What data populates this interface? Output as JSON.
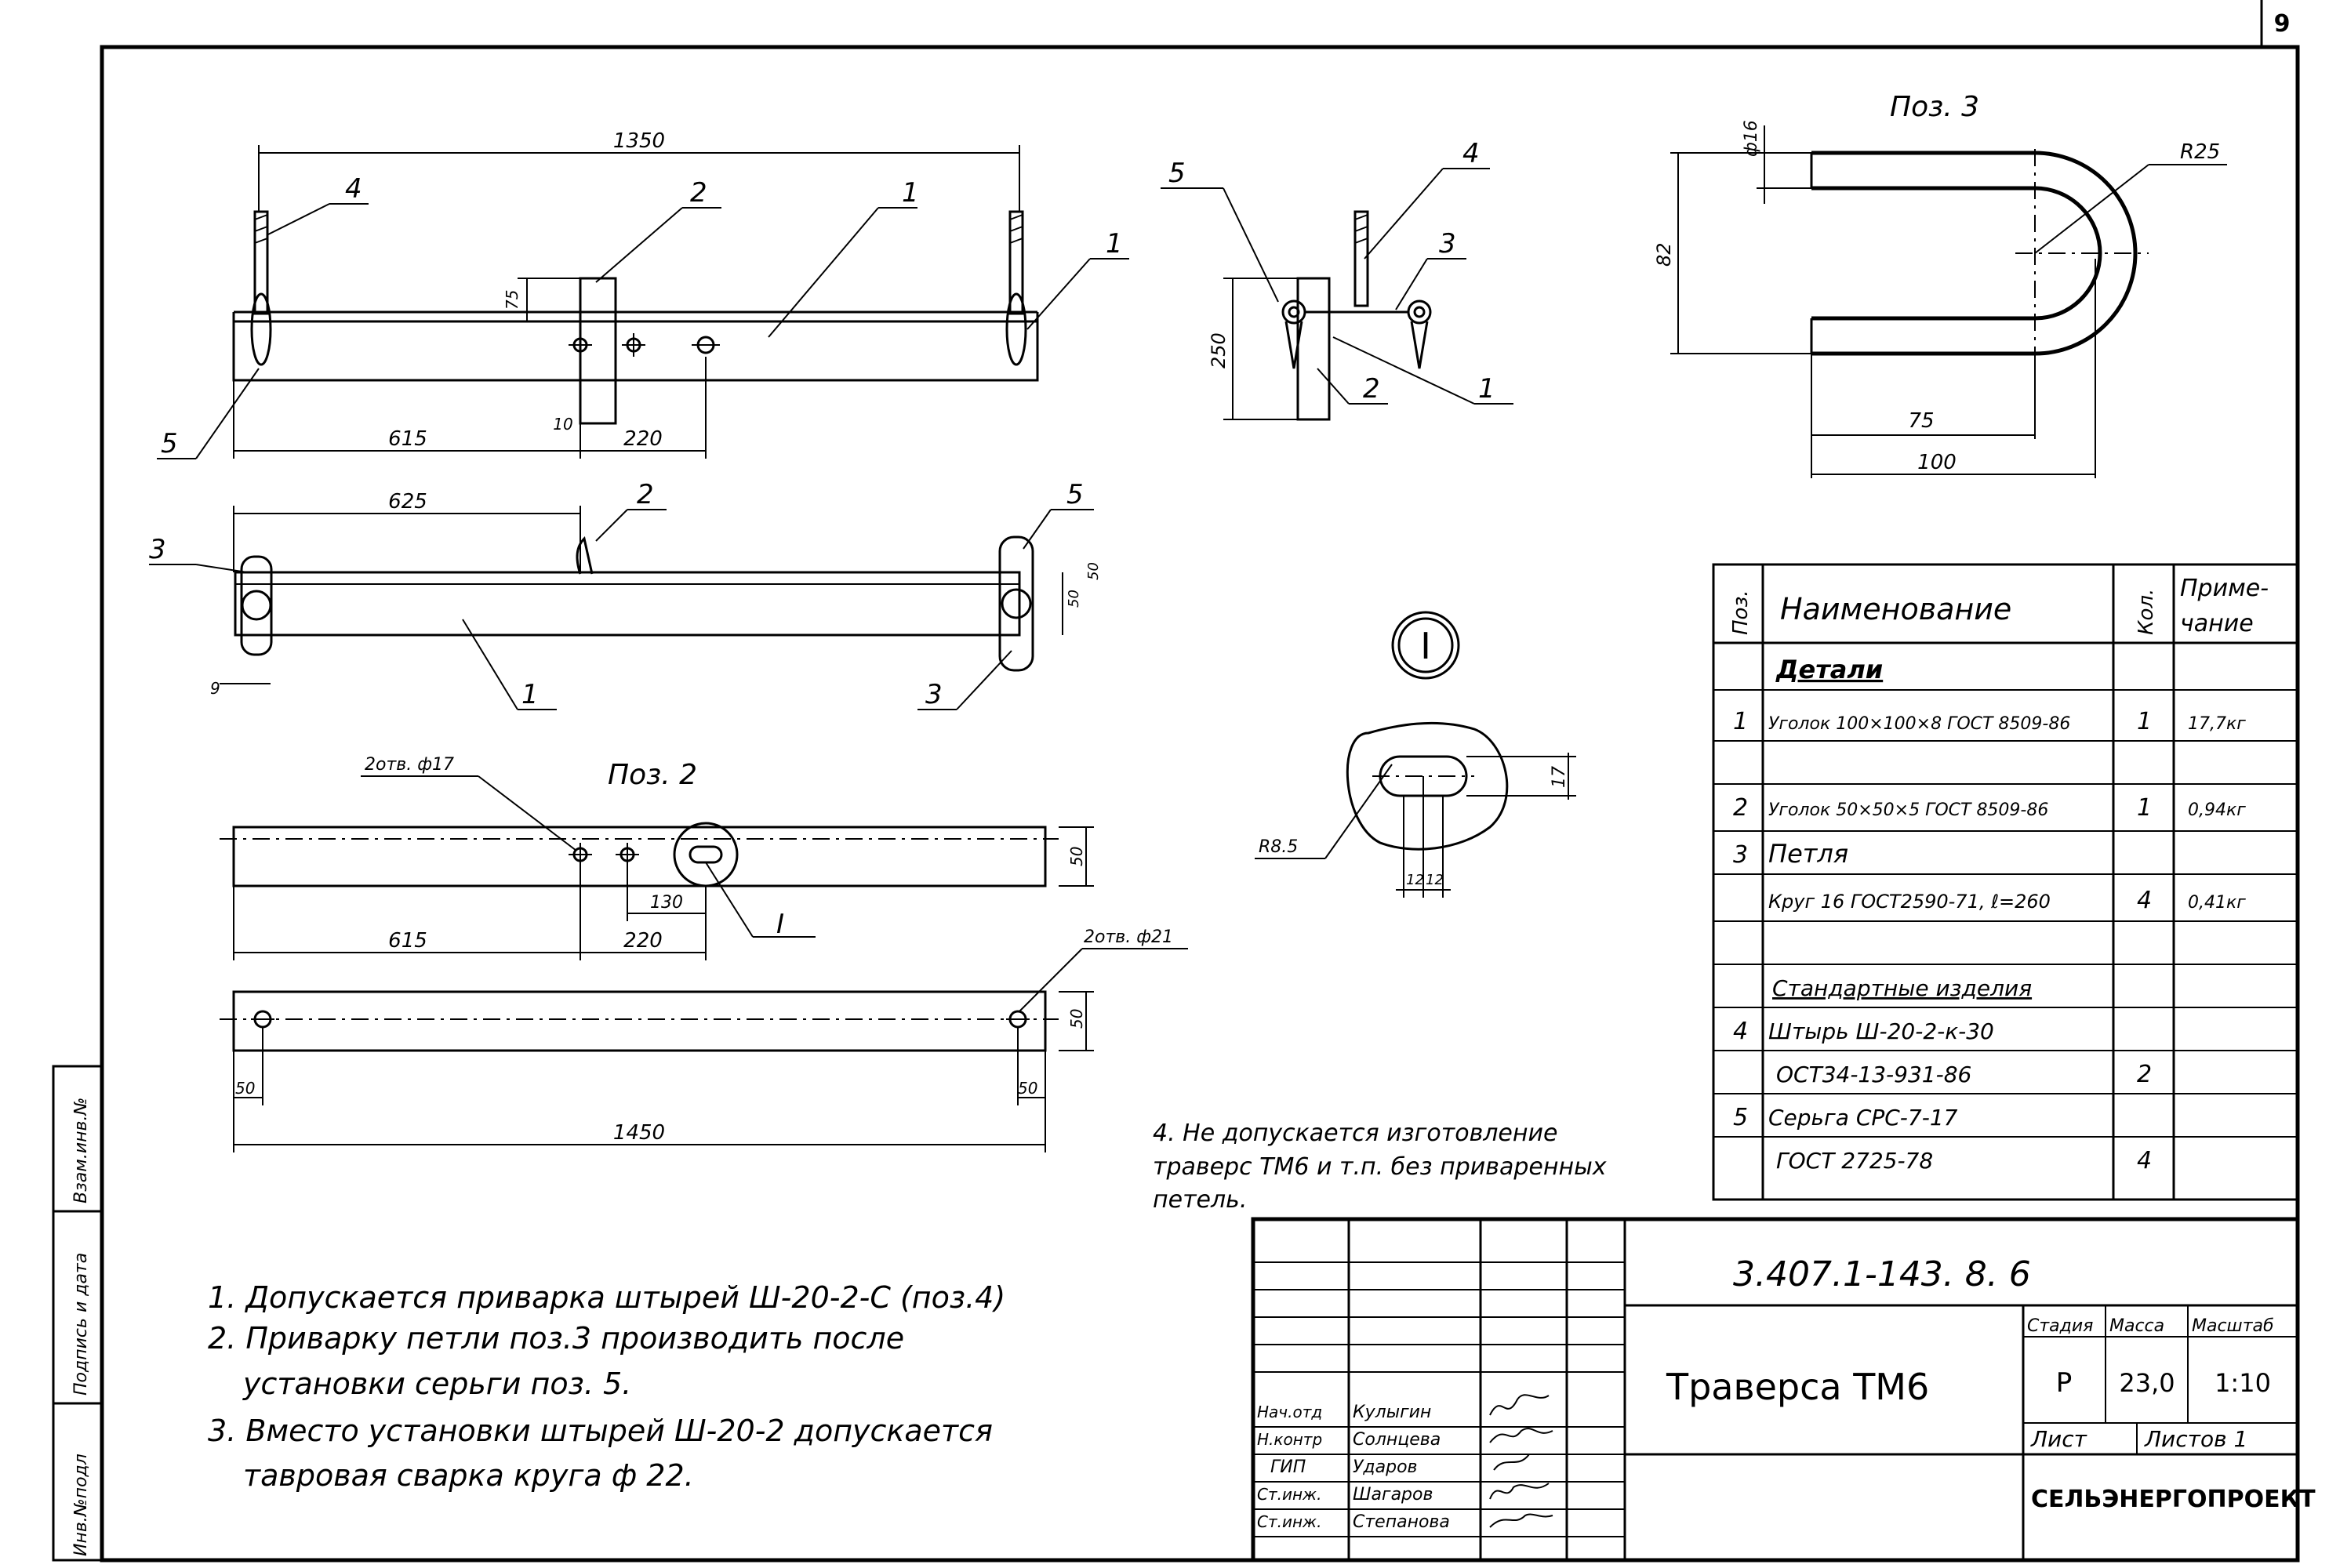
{
  "sheet": {
    "page_number": "9",
    "code": "3.407.1-143. 8. 6",
    "title": "Траверса ТМ6",
    "stage_header": "Стадия",
    "mass_header": "Масса",
    "scale_header": "Масштаб",
    "stage": "Р",
    "mass": "23,0",
    "scale": "1:10",
    "sheet_label": "Лист",
    "sheets_label": "Листов 1",
    "org": "СЕЛЬЭНЕРГОПРОЕКТ"
  },
  "signatures": [
    {
      "role": "Нач.отд",
      "name": "Кулыгин"
    },
    {
      "role": "Н.контр",
      "name": "Солнцева"
    },
    {
      "role": "ГИП",
      "name": "Ударов"
    },
    {
      "role": "Ст.инж.",
      "name": "Шагаров"
    },
    {
      "role": "Ст.инж.",
      "name": "Степанова"
    }
  ],
  "margin_stamps": [
    "Инв.№подл",
    "Подпись и дата",
    "Взам.инв.№"
  ],
  "spec": {
    "headers": {
      "pos": "Поз.",
      "name": "Наименование",
      "qty": "Кол.",
      "note": "Приме-\nчание"
    },
    "section_details": "Детали",
    "section_standard": "Стандартные изделия",
    "rows": [
      {
        "pos": "1",
        "name": "Уголок 100×100×8 ГОСТ 8509-86",
        "qty": "1",
        "note": "17,7кг"
      },
      {
        "pos": "2",
        "name": "Уголок 50×50×5 ГОСТ 8509-86",
        "qty": "1",
        "note": "0,94кг"
      },
      {
        "pos": "3",
        "name": "Петля",
        "qty": "",
        "note": ""
      },
      {
        "pos": "",
        "name": "Круг 16 ГОСТ2590-71, ℓ=260",
        "qty": "4",
        "note": "0,41кг"
      },
      {
        "pos": "4",
        "name": "Штырь Ш-20-2-к-30",
        "qty": "",
        "note": ""
      },
      {
        "pos": "",
        "name": "ОСТ34-13-931-86",
        "qty": "2",
        "note": ""
      },
      {
        "pos": "5",
        "name": "Серьга СРС-7-17",
        "qty": "",
        "note": ""
      },
      {
        "pos": "",
        "name": "ГОСТ 2725-78",
        "qty": "4",
        "note": ""
      }
    ]
  },
  "notes": [
    "1. Допускается приварка штырей Ш-20-2-С (поз.4)",
    "2. Приварку петли поз.3 производить после",
    "установки серьги поз. 5.",
    "3. Вместо установки штырей Ш-20-2 допускается",
    "тавровая сварка круга ф 22.",
    "4. Не допускается изготовление",
    "траверс ТМ6 и т.п. без приваренных",
    "петель."
  ],
  "dims": {
    "d1350": "1350",
    "d615": "615",
    "d220": "220",
    "d10": "10",
    "d75": "75",
    "d250": "250",
    "d625": "625",
    "d50": "50",
    "d9": "9",
    "d615b": "615",
    "d220b": "220",
    "d130": "130",
    "d50c": "50",
    "d50d": "50",
    "d50e": "50",
    "d50f": "50",
    "d1450": "1450",
    "d16": "ф16",
    "d82": "82",
    "dR25": "R25",
    "d75b": "75",
    "d100": "100",
    "d17": "17",
    "d12a": "12",
    "d12b": "12",
    "dR85": "R8.5"
  },
  "labels": {
    "pos2": "Поз. 2",
    "pos3": "Поз. 3",
    "holes17": "2отв. ф17",
    "holes21": "2отв. ф21",
    "detail": "I",
    "c1a": "1",
    "c1b": "1",
    "c1c": "1",
    "c1d": "1",
    "c2a": "2",
    "c2b": "2",
    "c2c": "2",
    "c3a": "3",
    "c3b": "3",
    "c3c": "3",
    "c4a": "4",
    "c4b": "4",
    "c5a": "5",
    "c5b": "5",
    "c5c": "5",
    "cI": "I"
  }
}
